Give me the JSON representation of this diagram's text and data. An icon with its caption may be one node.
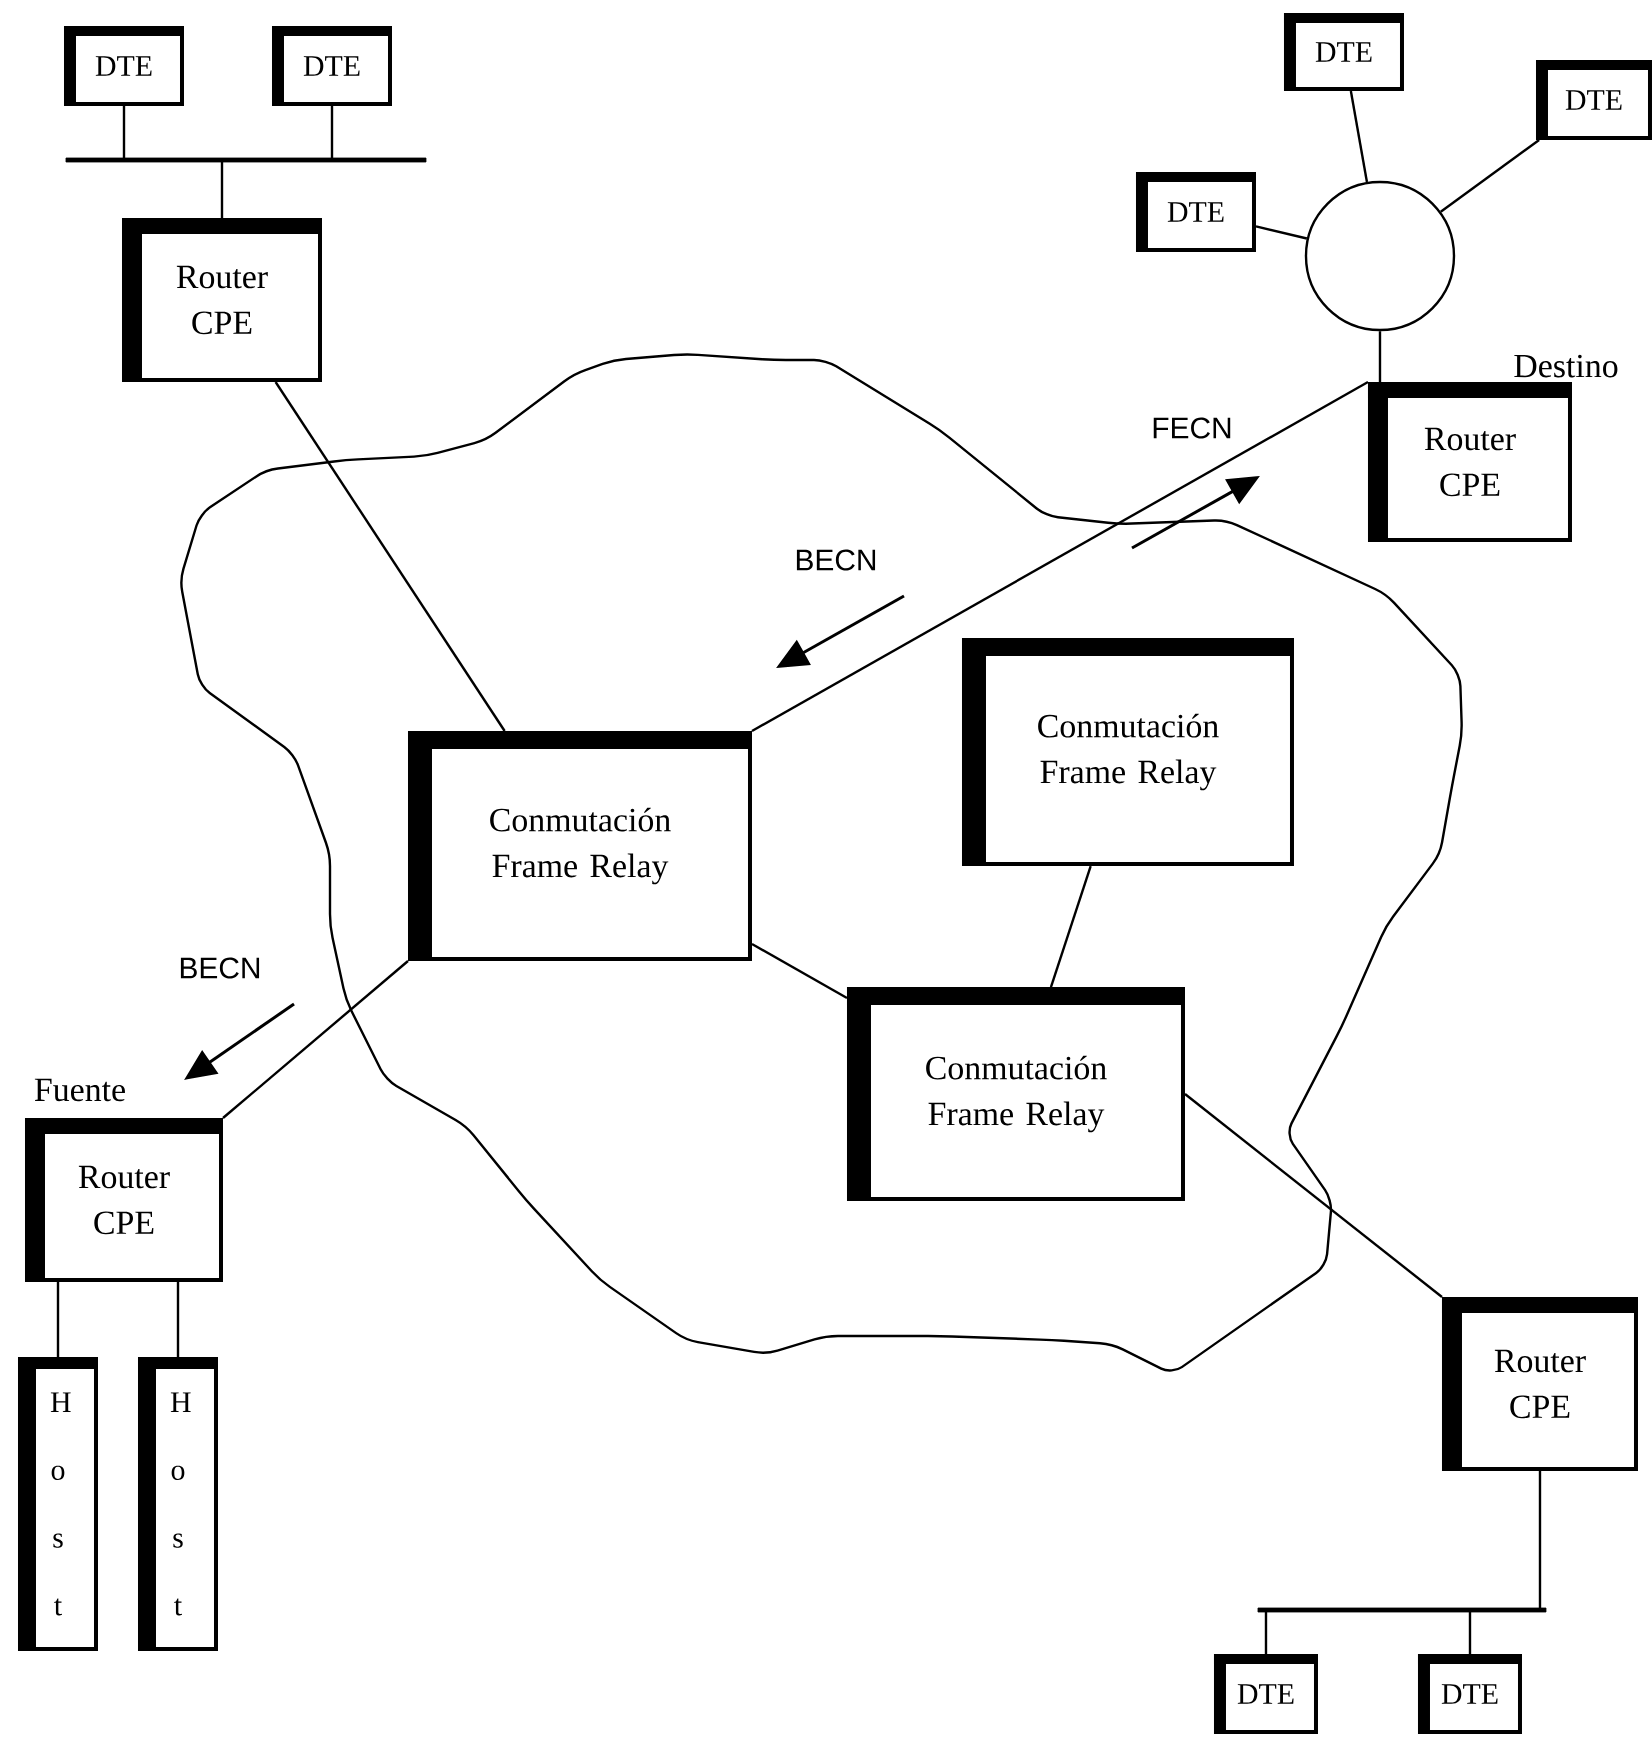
{
  "diagram": {
    "nodes": [
      {
        "text": [
          "DTE"
        ]
      },
      {
        "text": [
          "DTE"
        ]
      },
      {
        "text": [],
        "shape": "bar"
      },
      {
        "text": [
          "Router CPE"
        ]
      },
      {
        "text": [
          "DTE"
        ]
      },
      {
        "text": [
          "DTE"
        ]
      },
      {
        "text": [
          "DTE"
        ]
      },
      {
        "text": [],
        "shape": "circle"
      },
      {
        "text": [
          "Router CPE"
        ],
        "beside": [
          "Destino"
        ]
      },
      {
        "text": [
          "Conmutación Frame Relay"
        ]
      },
      {
        "text": [
          "Conmutación Frame Relay"
        ]
      },
      {
        "text": [
          "Conmutación Frame Relay"
        ]
      },
      {
        "text": [
          "Router CPE"
        ],
        "beside": [
          "Fuente"
        ]
      },
      {
        "text": [
          "H o s t"
        ]
      },
      {
        "text": [
          "H o s t"
        ]
      },
      {
        "text": [
          "Router CPE"
        ]
      },
      {
        "text": [],
        "shape": "bar"
      },
      {
        "text": [
          "DTE"
        ]
      },
      {
        "text": [
          "DTE"
        ]
      }
    ],
    "edges": [
      {
        "from": 0,
        "to": 2,
        "arrow": "none"
      },
      {
        "from": 1,
        "to": 2,
        "arrow": "none"
      },
      {
        "from": 2,
        "to": 3,
        "arrow": "none"
      },
      {
        "from": 3,
        "to": 10,
        "arrow": "none"
      },
      {
        "from": 4,
        "to": 7,
        "arrow": "none"
      },
      {
        "from": 5,
        "to": 7,
        "arrow": "none"
      },
      {
        "from": 6,
        "to": 7,
        "arrow": "none"
      },
      {
        "from": 7,
        "to": 8,
        "arrow": "none"
      },
      {
        "from": 8,
        "to": 10,
        "arrow": "none"
      },
      {
        "from": 9,
        "to": 11,
        "arrow": "none"
      },
      {
        "from": 10,
        "to": 11,
        "arrow": "none"
      },
      {
        "from": 10,
        "to": 12,
        "arrow": "none"
      },
      {
        "from": 11,
        "to": 15,
        "arrow": "none"
      },
      {
        "from": 12,
        "to": 13,
        "arrow": "none"
      },
      {
        "from": 12,
        "to": 14,
        "arrow": "none"
      },
      {
        "from": 15,
        "to": 16,
        "arrow": "none"
      },
      {
        "from": 16,
        "to": 17,
        "arrow": "none"
      },
      {
        "from": 16,
        "to": 18,
        "arrow": "none"
      }
    ],
    "labels": [
      "FECN",
      "BECN",
      "BECN"
    ]
  }
}
